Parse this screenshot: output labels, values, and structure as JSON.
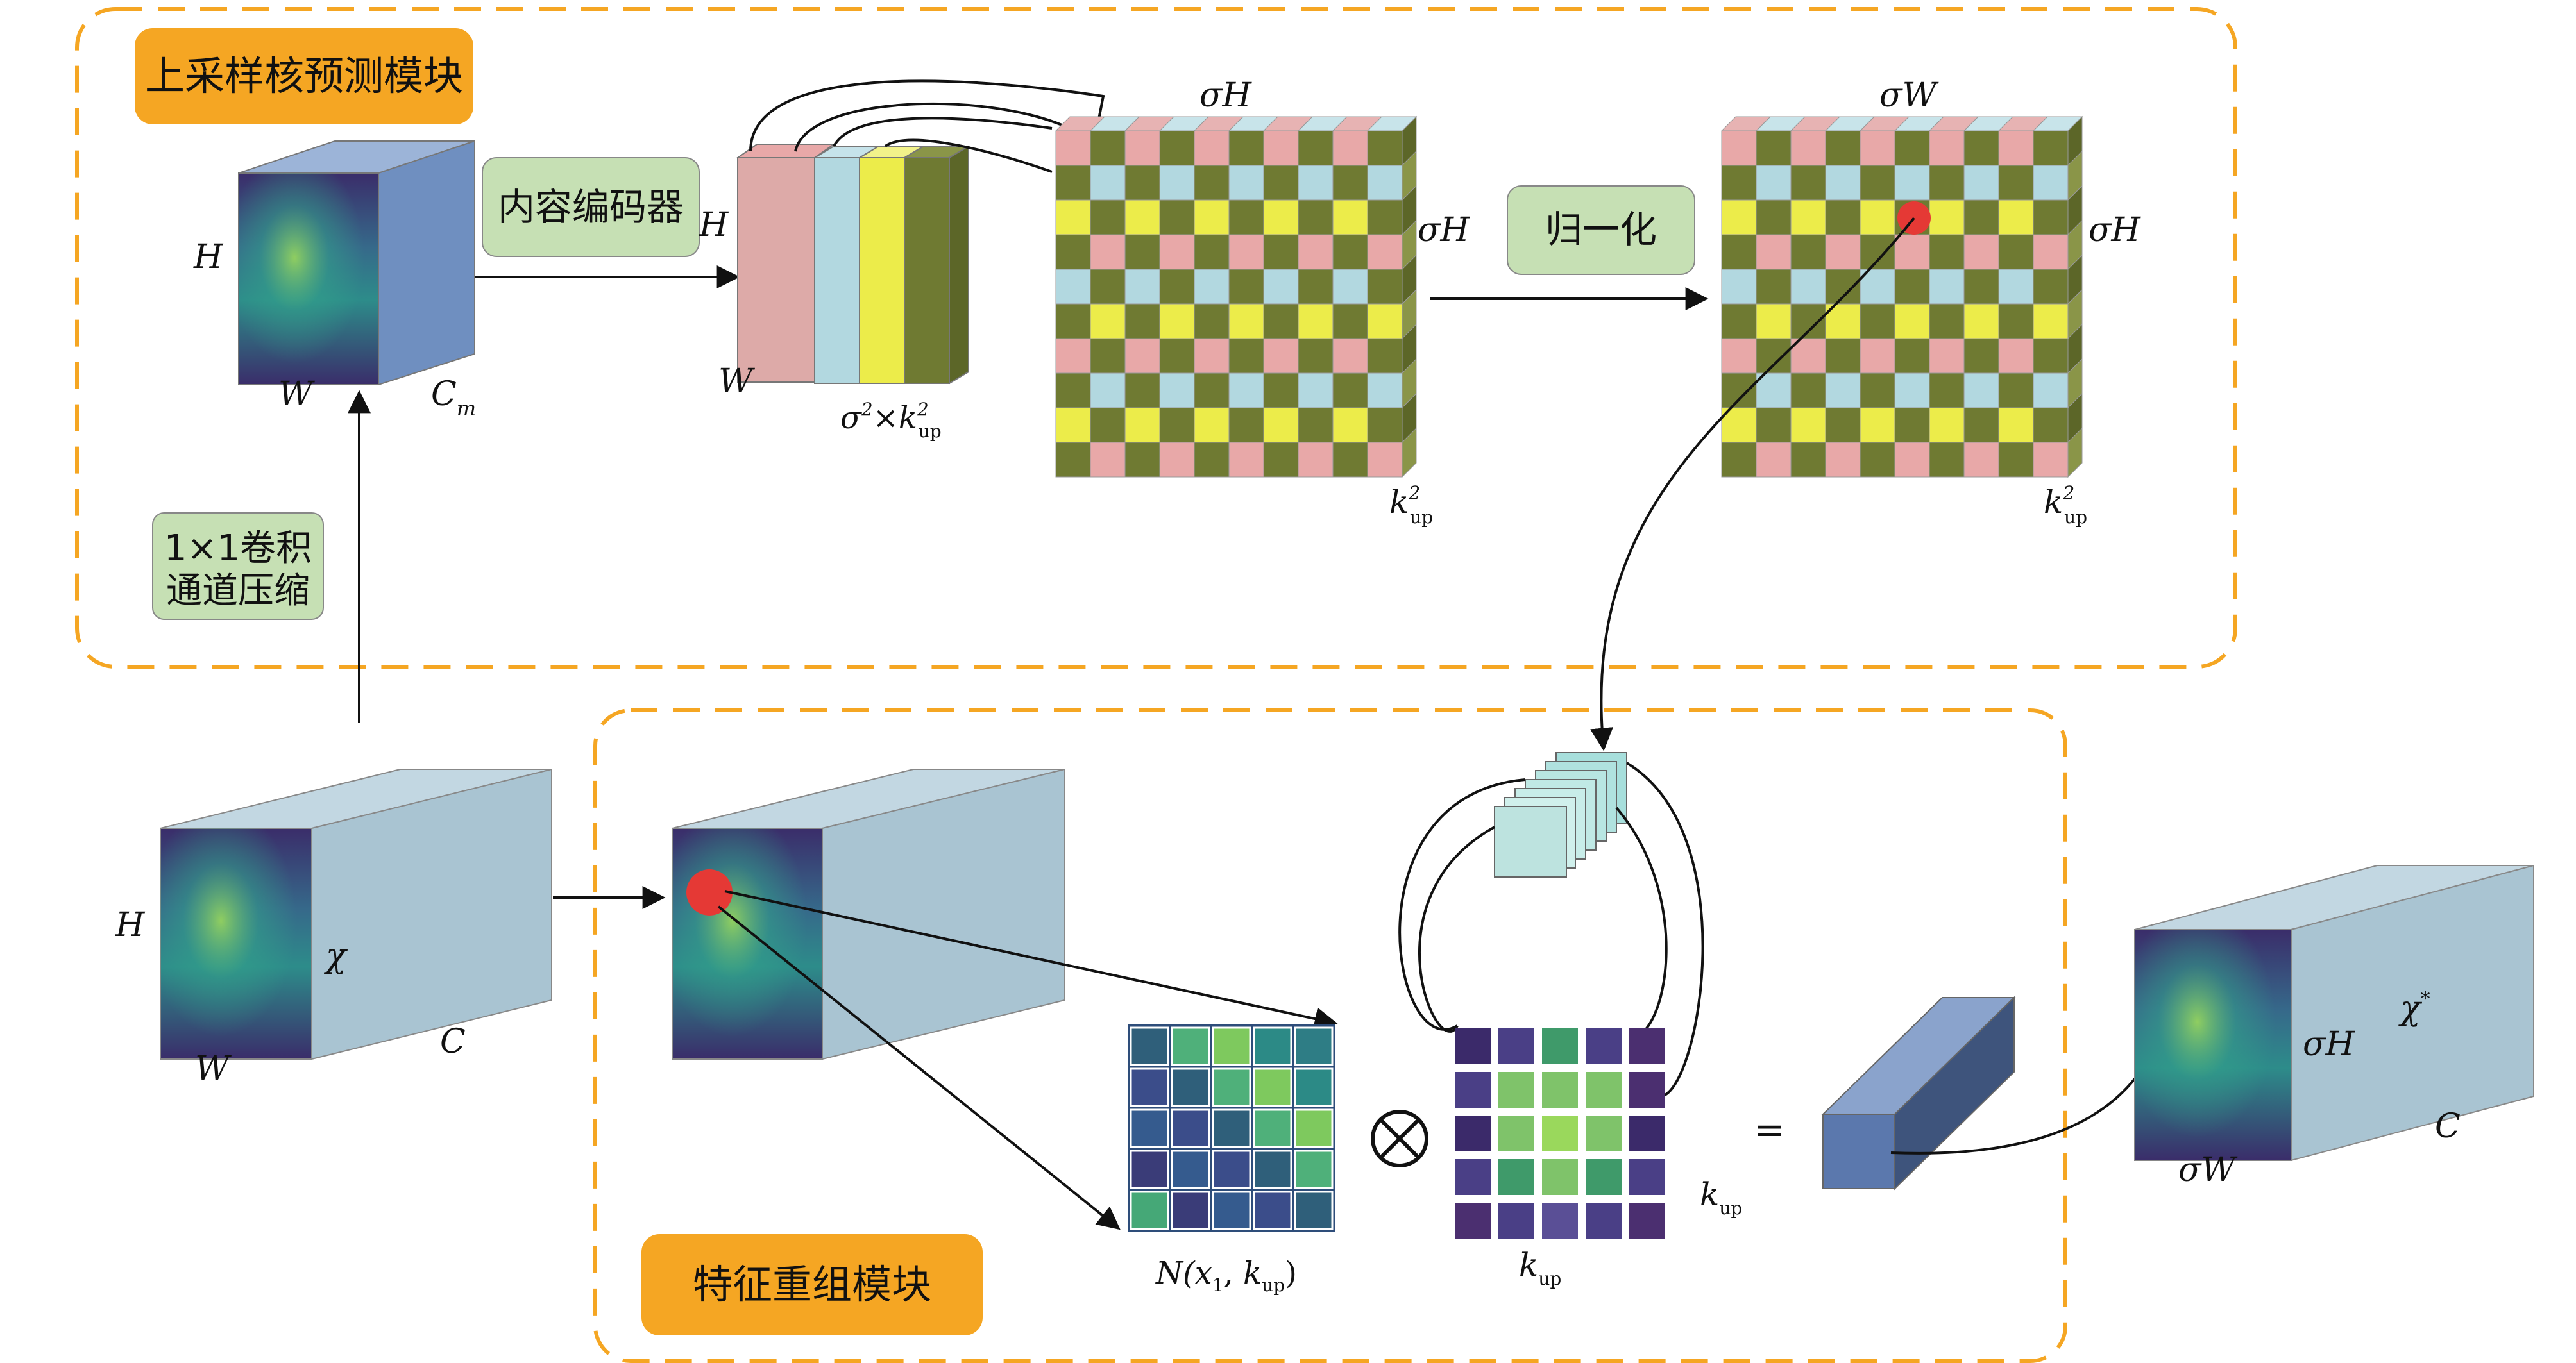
{
  "modules": {
    "top": "上采样核预测模块",
    "bottom": "特征重组模块"
  },
  "ops": {
    "encoder": "内容编码器",
    "normalize": "归一化",
    "compress_line1": "1×1卷积",
    "compress_line2": "通道压缩",
    "tensor_product": "⊗",
    "equals": "="
  },
  "labels": {
    "H": "H",
    "W": "W",
    "C": "C",
    "Cm": "C",
    "Cm_sub": "m",
    "sigmaH": "σH",
    "sigmaW": "σW",
    "chi": "χ",
    "chi_star": "χ",
    "chi_star_sup": "*",
    "channels_sigma": "σ",
    "channels_sigma_sup": "2",
    "channels_times": "×",
    "k": "k",
    "k_sup": "2",
    "k_sub": "up",
    "N_text_a": "N(",
    "N_x": "x",
    "N_x_sub": "1",
    "N_comma": ", ",
    "N_text_b": ")"
  },
  "colors": {
    "orange": "#f5a623",
    "green_box": "#c6e0b4",
    "cube_front": "#a9c4d2",
    "cube_top": "#c2d7e2",
    "cube_side": "#9db8c8",
    "small_cube": "#6f8fc0",
    "pink": "#e8a8a8",
    "blue": "#b2d8e0",
    "yellow": "#ecec4a",
    "olive": "#6f7a32",
    "red_dot": "#e53935",
    "kernel_3": "#7fc36a"
  },
  "icons": [
    "tensor-product-icon",
    "arrow-icon"
  ]
}
